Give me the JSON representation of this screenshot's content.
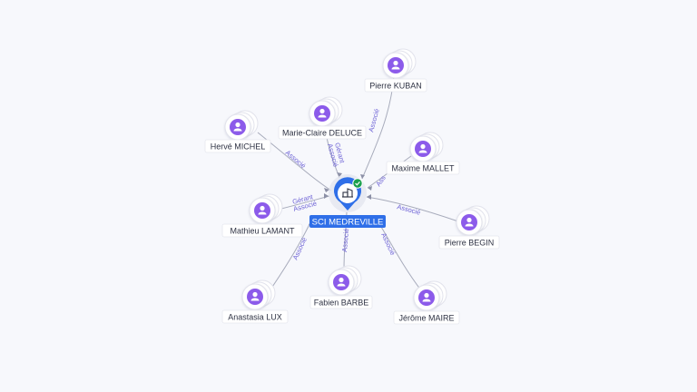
{
  "company": {
    "name": "SCI MEDREVILLE",
    "icon": "building-icon",
    "status_icon": "check-badge-icon",
    "color": "#2f6fe8",
    "status_color": "#1aa04c"
  },
  "colors": {
    "person": "#8c5bea",
    "edge": "#a7abbb",
    "edge_label": "#6e63d6",
    "background": "#f7f8fc"
  },
  "people": [
    {
      "id": "pierre-kuban",
      "name": "Pierre KUBAN",
      "roles": [
        "Associé"
      ]
    },
    {
      "id": "marie-claire-deluce",
      "name": "Marie-Claire DELUCE",
      "roles": [
        "Gérant",
        "Associé"
      ]
    },
    {
      "id": "herve-michel",
      "name": "Hervé MICHEL",
      "roles": [
        "Associé"
      ]
    },
    {
      "id": "maxime-mallet",
      "name": "Maxime MALLET",
      "roles": [
        "Ass"
      ]
    },
    {
      "id": "mathieu-lamant",
      "name": "Mathieu LAMANT",
      "roles": [
        "Gérant",
        "Associé"
      ]
    },
    {
      "id": "pierre-begin",
      "name": "Pierre BEGIN",
      "roles": [
        "Associé"
      ]
    },
    {
      "id": "anastasia-lux",
      "name": "Anastasia LUX",
      "roles": [
        "Associé"
      ]
    },
    {
      "id": "fabien-barbe",
      "name": "Fabien BARBE",
      "roles": [
        "Associé"
      ]
    },
    {
      "id": "jerome-maire",
      "name": "Jérôme MAIRE",
      "roles": [
        "Associé"
      ]
    }
  ]
}
